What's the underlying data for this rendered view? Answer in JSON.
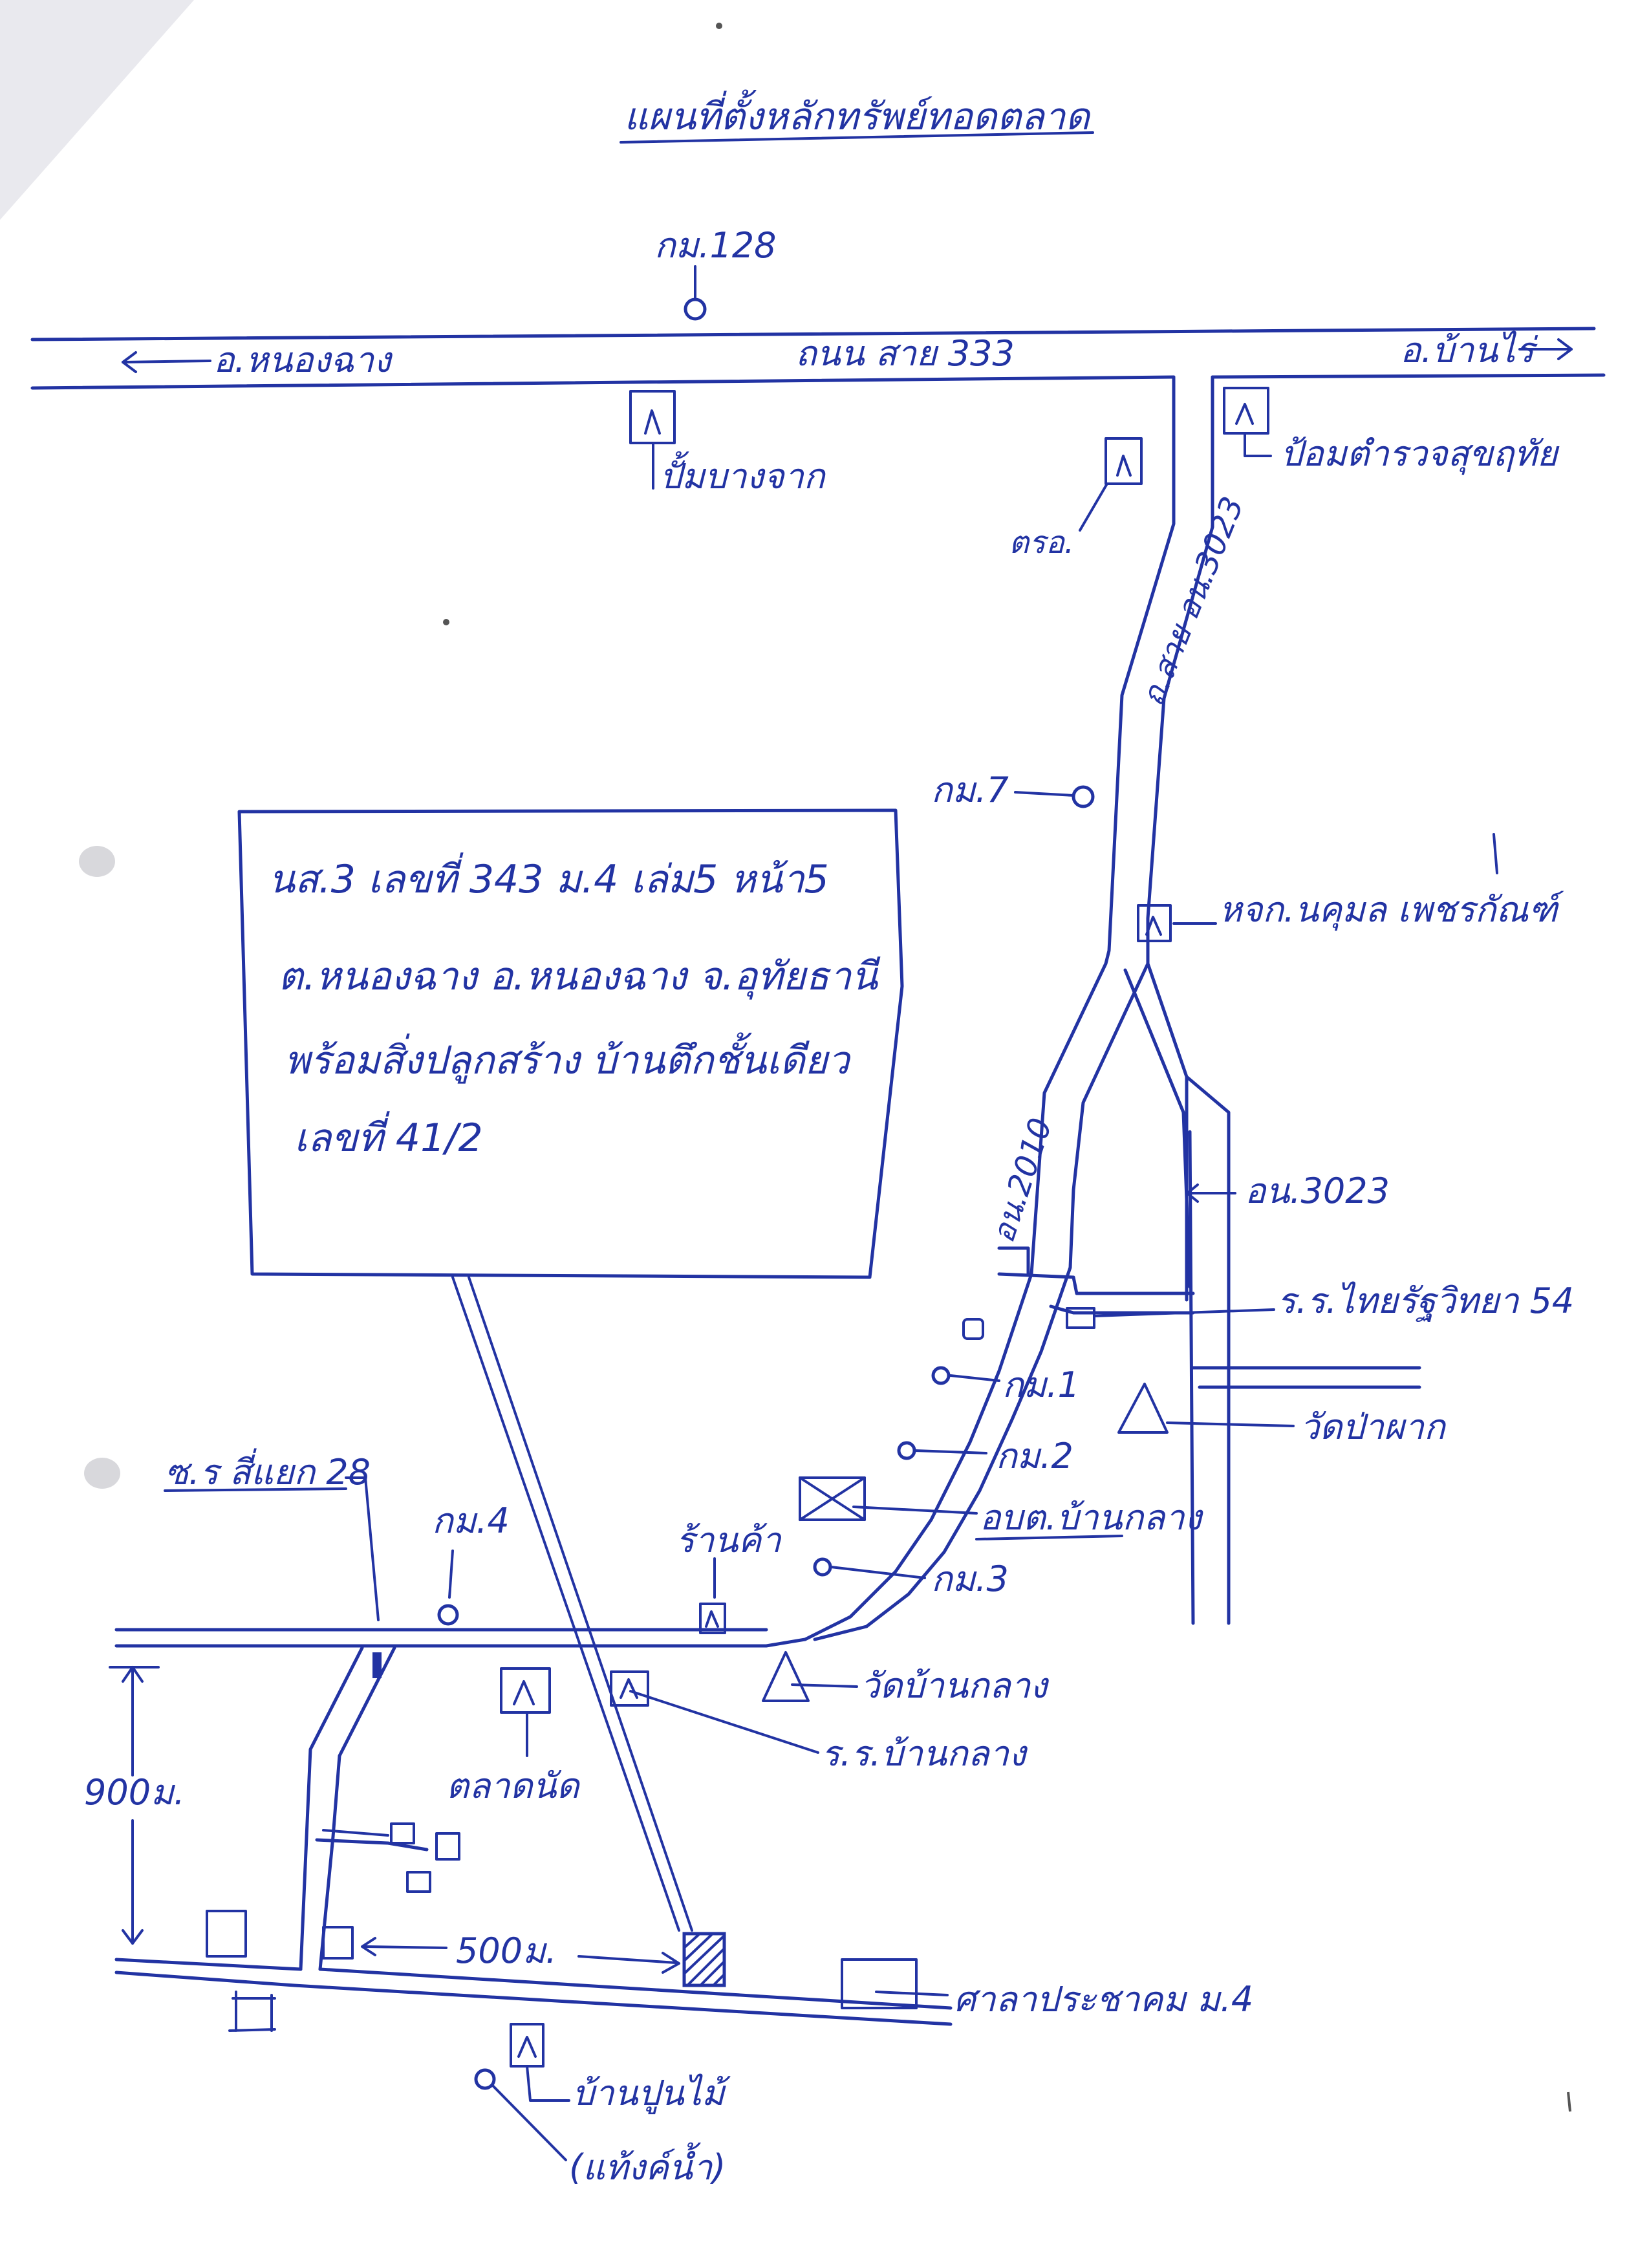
{
  "title": "แผนที่ตั้งหลักทรัพย์ทอดตลาด",
  "roads": {
    "km128": "กม.128",
    "left_dest": "อ.หนองฉาง",
    "main_road": "ถนน สาย 333",
    "right_dest": "อ.บ้านไร่",
    "side_road_label": "ถ.สาย อน.3023",
    "road_2010": "อน.2010",
    "road_3023": "อน.3023"
  },
  "landmarks": {
    "gas_station": "ปั้มบางจาก",
    "police": "ตรอ.",
    "health": "ป้อมตำรวจสุขฤทัย",
    "shop": "หจก.นคุมล เพชรกัณฑ์",
    "km7": "กม.7",
    "school_thai": "ร.ร.ไทยรัฐวิทยา 54",
    "km1": "กม.1",
    "temple_paphak": "วัดป่าผาก",
    "km2": "กม.2",
    "tao": "อบต.บ้านกลาง",
    "km3": "กม.3",
    "grocery": "ร้านค้า",
    "km4": "กม.4",
    "soi": "ซ.ร สี่แยก 28",
    "temple_banklang": "วัดบ้านกลาง",
    "school_banklang": "ร.ร.บ้านกลาง",
    "market": "ตลาดนัด",
    "dist_900": "900ม.",
    "dist_500": "500ม.",
    "sala": "ศาลาประชาคม ม.4",
    "house_name": "บ้านปูนไม้",
    "house_note": "(แท้งค์น้ำ)"
  },
  "property_box": {
    "line1": "นส.3 เลขที่ 343 ม.4 เล่ม5 หน้า5",
    "line2": "ต.หนองฉาง อ.หนองฉาง จ.อุทัยธานี",
    "line3": "พร้อมสิ่งปลูกสร้าง บ้านตึกชั้นเดียว",
    "line4": "เลขที่ 41/2"
  },
  "ink_color": "#2233a3"
}
